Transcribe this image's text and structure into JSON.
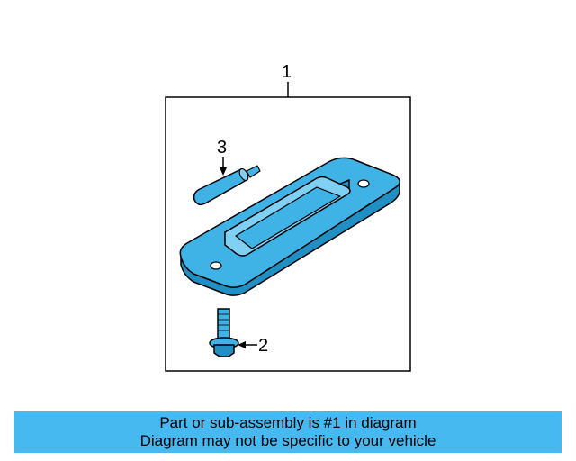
{
  "callouts": {
    "assembly": "1",
    "bolt": "2",
    "bulb": "3"
  },
  "parts": {
    "lamp_housing": "license-lamp-assembly",
    "bolt": "mounting-bolt",
    "bulb": "bulb"
  },
  "banner": {
    "line1": "Part or sub-assembly is #1 in diagram",
    "line2": "Diagram may not be specific to your vehicle"
  },
  "colors": {
    "part_fill": "#3fb2e6",
    "part_fill_light": "#7fd0f3",
    "part_fill_dark": "#1f8fc4",
    "banner": "#45b9f0",
    "line": "#000000"
  }
}
